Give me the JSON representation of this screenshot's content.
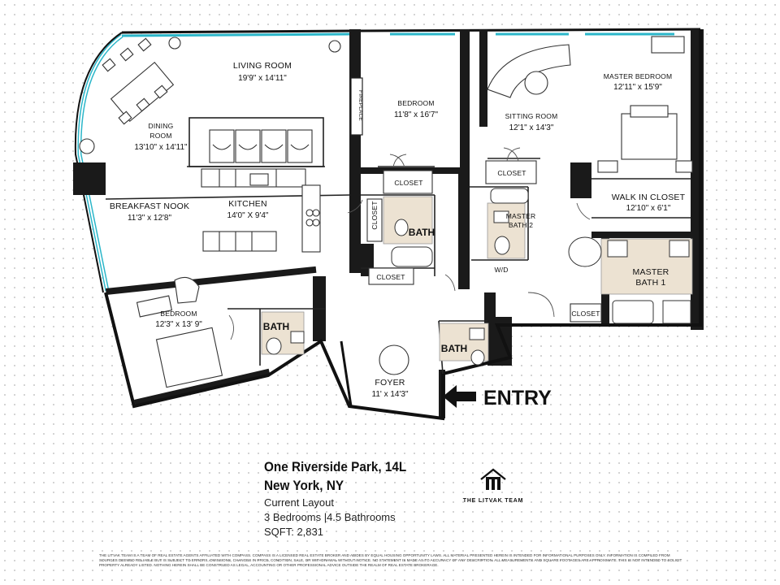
{
  "rooms": {
    "living": {
      "name": "LIVING ROOM",
      "dims": "19'9\" x 14'11\""
    },
    "dining": {
      "name1": "DINING",
      "name2": "ROOM",
      "dims": "13'10\" x 14'11\""
    },
    "breakfast": {
      "name": "BREAKFAST NOOK",
      "dims": "11'3\" x 12'8\""
    },
    "kitchen": {
      "name": "KITCHEN",
      "dims": "14'0\" X 9'4\""
    },
    "bedroom_center": {
      "name": "BEDROOM",
      "dims": "11'8\" x 16'7\""
    },
    "sitting": {
      "name": "SITTING ROOM",
      "dims": "12'1\" x 14'3\""
    },
    "master": {
      "name": "MASTER BEDROOM",
      "dims": "12'11\" x 15'9\""
    },
    "walkin": {
      "name": "WALK IN CLOSET",
      "dims": "12'10\" x 6'1\""
    },
    "bedroom_sw": {
      "name": "BEDROOM",
      "dims": "12'3\" x 13' 9\""
    },
    "foyer": {
      "name": "FOYER",
      "dims": "11' x 14'3\""
    }
  },
  "labels": {
    "closet": "CLOSET",
    "bath": "BATH",
    "master_bath2_line1": "MASTER",
    "master_bath2_line2": "BATH 2",
    "master_bath1_line1": "MASTER",
    "master_bath1_line2": "BATH 1",
    "wd": "W/D",
    "fireplace": "FIREPLACE",
    "entry": "ENTRY"
  },
  "info": {
    "address_line1": "One Riverside Park, 14L",
    "address_line2": "New York, NY",
    "layout": "Current Layout",
    "rooms": "3 Bedrooms |4.5 Bathrooms",
    "sqft": "SQFT: 2,831"
  },
  "logo": {
    "text": "THE LITVAK TEAM"
  },
  "disclaimer": "THE LITVAK TEAM IS A TEAM OF REAL ESTATE AGENTS AFFILIATED WITH COMPASS. COMPASS IS A LICENSED REAL ESTATE BROKER AND ABIDES BY EQUAL HOUSING OPPORTUNITY LAWS. ALL MATERIAL PRESENTED HEREIN IS INTENDED FOR INFORMATIONAL PURPOSES ONLY. INFORMATION IS COMPILED FROM SOURCES DEEMED RELIABLE BUT IS SUBJECT TO ERRORS, OMISSIONS, CHANGES IN PRICE, CONDITION, SALE, OR WITHDRAWAL WITHOUT NOTICE. NO STATEMENT IS MADE AS TO ACCURACY OF ANY DESCRIPTION. ALL MEASUREMENTS AND SQUARE FOOTAGES ARE APPROXIMATE. THIS IS NOT INTENDED TO SOLICIT PROPERTY ALREADY LISTED. NOTHING HEREIN SHALL BE CONSTRUED AS LEGAL, ACCOUNTING OR OTHER PROFESSIONAL ADVICE OUTSIDE THE REALM OF REAL ESTATE BROKERAGE."
}
